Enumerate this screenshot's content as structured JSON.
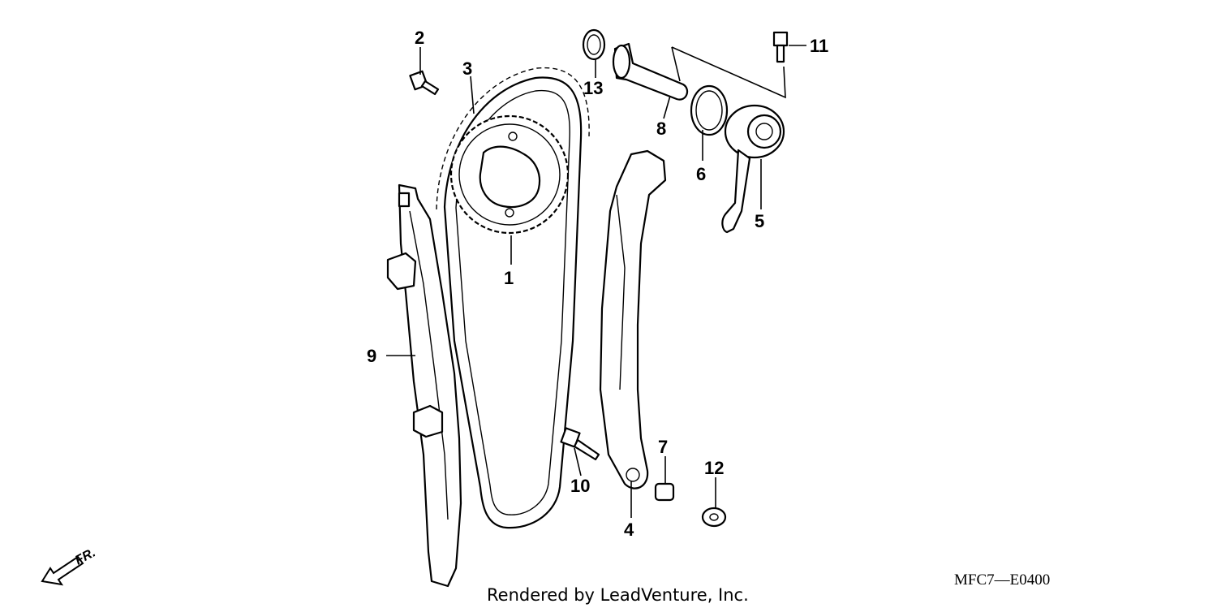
{
  "diagram": {
    "callouts": [
      "1",
      "2",
      "3",
      "4",
      "5",
      "6",
      "7",
      "8",
      "9",
      "10",
      "11",
      "12",
      "13"
    ],
    "diagram_code": "MFC7—E0400",
    "credit": "Rendered by LeadVenture, Inc.",
    "front_indicator": "FR.",
    "icons": [
      "front-arrow-icon"
    ]
  }
}
